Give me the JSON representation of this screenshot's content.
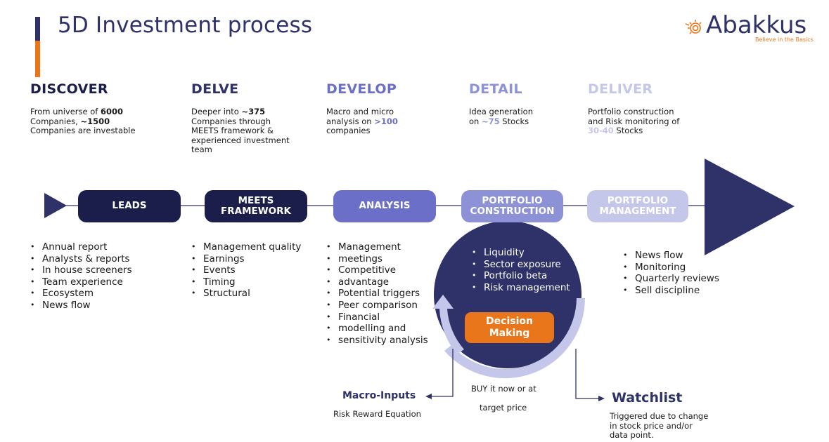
{
  "header": {
    "title": "5D Investment process",
    "logo": {
      "name": "Abakkus",
      "tagline": "Believe in the Basics"
    }
  },
  "phases": [
    {
      "title": "DISCOVER",
      "color": "#1b1d4a",
      "desc": [
        "From universe of ",
        "6000",
        " Companies, ",
        "~1500",
        " Companies are investable"
      ]
    },
    {
      "title": "DELVE",
      "color": "#2e3268",
      "desc": [
        "Deeper into ",
        "~375",
        " Companies through",
        "MEETS  framework &",
        "experienced investment",
        "team"
      ]
    },
    {
      "title": "DEVELOP",
      "color": "#6b6fc7",
      "desc": [
        "Macro and micro",
        "analysis on  ",
        ">100",
        "companies"
      ]
    },
    {
      "title": "DETAIL",
      "color": "#8d91d6",
      "desc": [
        "Idea generation",
        "on ",
        "~75",
        " Stocks"
      ]
    },
    {
      "title": "DELIVER",
      "color": "#c5c7ea",
      "desc": [
        "Portfolio construction",
        "and Risk monitoring  of",
        "30-40",
        "  Stocks"
      ]
    }
  ],
  "stages": [
    {
      "label": [
        "LEADS"
      ],
      "color": "#1b1d4a"
    },
    {
      "label": [
        "MEETS",
        "FRAMEWORK"
      ],
      "color": "#1b1d4a"
    },
    {
      "label": [
        "ANALYSIS"
      ],
      "color": "#6b6fc7"
    },
    {
      "label": [
        "PORTFOLIO",
        "CONSTRUCTION"
      ],
      "color": "#8d91d6"
    },
    {
      "label": [
        "PORTFOLIO",
        "MANAGEMENT"
      ],
      "color": "#c5c7ea"
    }
  ],
  "bullets": {
    "leads": [
      "Annual report",
      "Analysts & reports",
      "In house screeners",
      "Team experience",
      "Ecosystem",
      "News flow"
    ],
    "meets": [
      "Management quality",
      "Earnings",
      "Events",
      "Timing",
      "Structural"
    ],
    "analysis": [
      "Management",
      "meetings",
      "Competitive",
      "advantage",
      "Potential triggers",
      "Peer comparison",
      "Financial",
      "modelling and",
      "sensitivity analysis"
    ],
    "circle": [
      "Liquidity",
      "Sector exposure",
      "Portfolio beta",
      "Risk management"
    ],
    "management": [
      "News flow",
      "Monitoring",
      "Quarterly reviews",
      "Sell discipline"
    ]
  },
  "decision": [
    "Decision",
    "Making"
  ],
  "outputs": {
    "buy": [
      "BUY it now or at",
      "target price"
    ],
    "macro_title": "Macro-Inputs",
    "macro_sub": "Risk Reward Equation",
    "watch_title": "Watchlist",
    "watch_desc": [
      "Triggered due to change",
      "in stock price and/or",
      "data point."
    ]
  },
  "colors": {
    "navy": "#2e3268",
    "dark": "#1b1d4a",
    "orange": "#e9761a",
    "medium": "#6b6fc7",
    "light": "#8d91d6",
    "pale": "#c5c7ea"
  }
}
